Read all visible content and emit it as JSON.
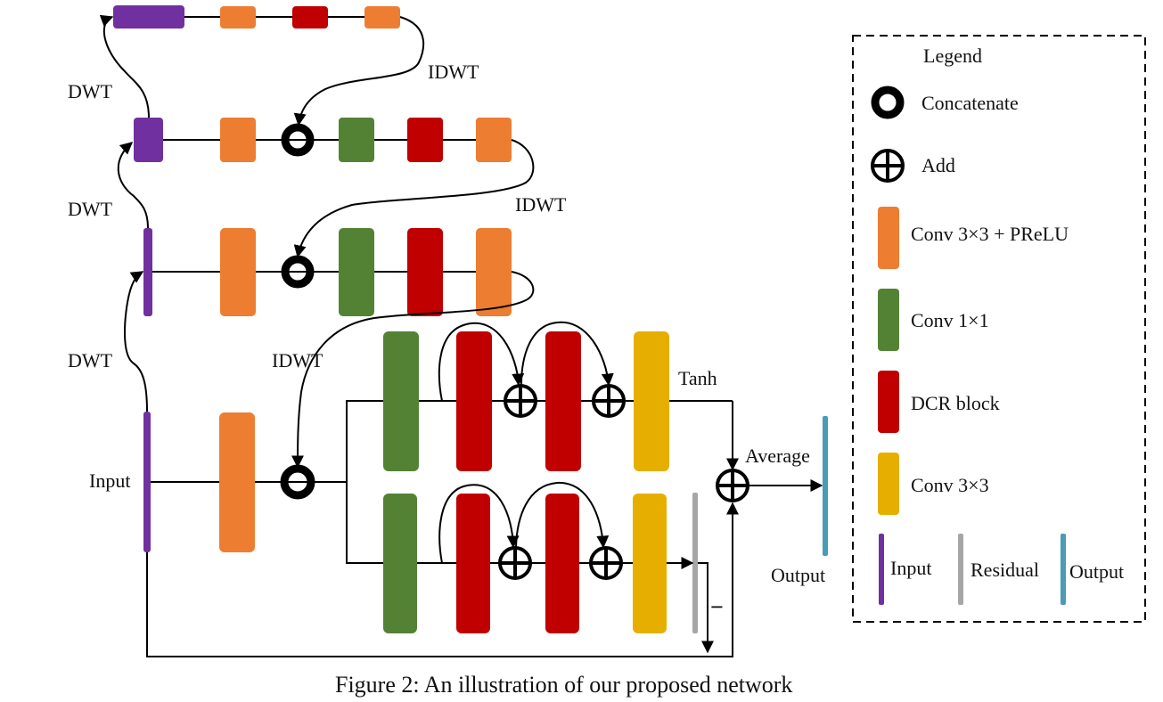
{
  "caption": "Figure 2: An illustration of our proposed network",
  "colors": {
    "conv3x3_prelu": "#ED7D31",
    "conv1x1": "#548235",
    "dcr_block": "#C00000",
    "conv3x3": "#E6AF00",
    "input": "#7030A0",
    "residual": "#A6A6A6",
    "output": "#4A9BB5"
  },
  "labels": {
    "dwt_top": "DWT",
    "dwt_mid": "DWT",
    "dwt_low": "DWT",
    "idwt_top": "IDWT",
    "idwt_mid": "IDWT",
    "idwt_low": "IDWT",
    "input": "Input",
    "tanh": "Tanh",
    "average": "Average",
    "output": "Output",
    "minus": "−"
  },
  "legend": {
    "title": "Legend",
    "items": [
      {
        "icon": "concatenate-icon",
        "label": "Concatenate"
      },
      {
        "icon": "add-icon",
        "label": "Add"
      },
      {
        "icon": "orange-block",
        "label": "Conv 3×3 + PReLU"
      },
      {
        "icon": "green-block",
        "label": "Conv 1×1"
      },
      {
        "icon": "red-block",
        "label": "DCR block"
      },
      {
        "icon": "yellow-block",
        "label": "Conv 3×3"
      }
    ],
    "bars": [
      {
        "icon": "input-bar",
        "label": "Input"
      },
      {
        "icon": "residual-bar",
        "label": "Residual"
      },
      {
        "icon": "output-bar",
        "label": "Output"
      }
    ]
  },
  "network": {
    "levels": [
      {
        "name": "level-3",
        "blocks": [
          "input",
          "conv3x3_prelu",
          "dcr_block",
          "conv3x3_prelu"
        ]
      },
      {
        "name": "level-2",
        "blocks": [
          "input",
          "conv3x3_prelu",
          "concatenate",
          "conv1x1",
          "dcr_block",
          "conv3x3_prelu"
        ]
      },
      {
        "name": "level-1",
        "blocks": [
          "input",
          "conv3x3_prelu",
          "concatenate",
          "conv1x1",
          "dcr_block",
          "conv3x3_prelu"
        ]
      },
      {
        "name": "level-0",
        "blocks": [
          "input",
          "conv3x3_prelu",
          "concatenate"
        ]
      }
    ],
    "branches": [
      {
        "name": "tanh-branch",
        "blocks": [
          "conv1x1",
          "dcr_block",
          "add",
          "dcr_block",
          "add",
          "conv3x3"
        ]
      },
      {
        "name": "residual-branch",
        "blocks": [
          "conv1x1",
          "dcr_block",
          "add",
          "dcr_block",
          "add",
          "conv3x3",
          "residual"
        ]
      }
    ]
  }
}
